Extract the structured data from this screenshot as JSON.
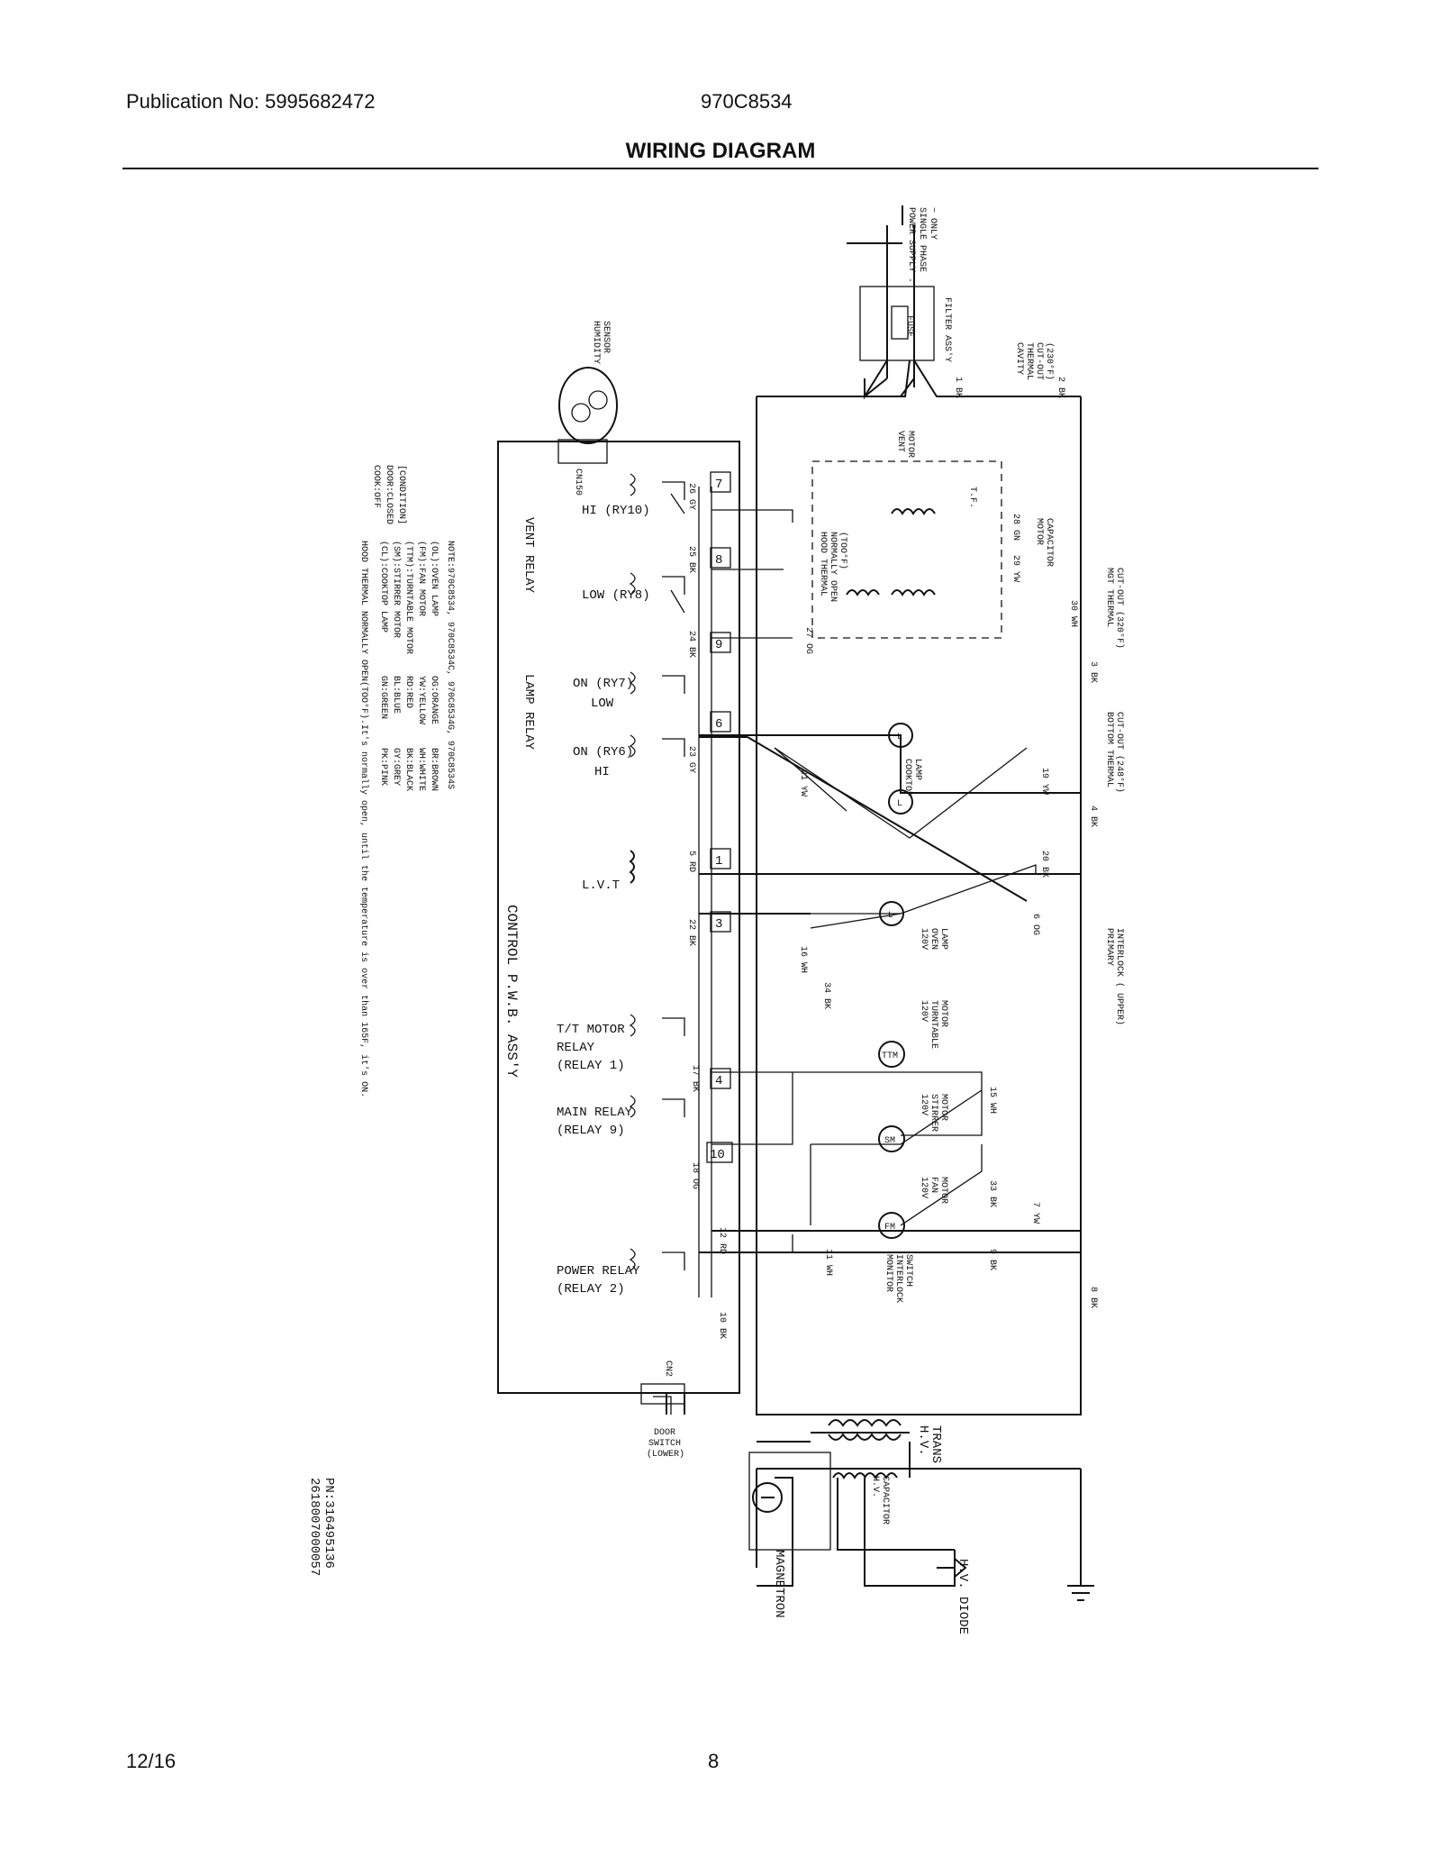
{
  "header": {
    "publication": "Publication No: 5995682472",
    "model": "970C8534",
    "title": "WIRING DIAGRAM"
  },
  "footer": {
    "date": "12/16",
    "page": "8"
  },
  "diagram": {
    "power_supply": [
      "POWER SUPPLY :",
      "SINGLE PHASE",
      "~ ONLY"
    ],
    "filter": "FILTER ASS'Y",
    "fuse": "FUSE",
    "cavity_thermal": [
      "CAVITY",
      "THERMAL",
      "CUT-OUT",
      "(230°F)"
    ],
    "humidity_sensor": [
      "HUMIDITY",
      "SENSOR"
    ],
    "cn150": "CN150",
    "vent_motor": [
      "VENT",
      "MOTOR"
    ],
    "tf": "T.F.",
    "motor_capacitor": [
      "MOTOR",
      "CAPACITOR"
    ],
    "hood_thermal": [
      "HOOD THERMAL",
      "NORMALLY OPEN",
      "(TOO°F)"
    ],
    "mgt_thermal": [
      "MGT THERMAL",
      "CUT-OUT (320°F)"
    ],
    "bottom_thermal": [
      "BOTTOM THERMAL",
      "CUT-OUT (248°F)"
    ],
    "primary_interlock": [
      "PRIMARY",
      "INTERLOCK ( UPPER)"
    ],
    "monitor_interlock": [
      "MONITOR",
      "INTERLOCK",
      "SWITCH"
    ],
    "vent_relay": "VENT RELAY",
    "lamp_relay": "LAMP RELAY",
    "control_pwb": "CONTROL P.W.B. ASS'Y",
    "relays": {
      "hi_ry10": "HI (RY10)",
      "low_ry8": "LOW (RY8)",
      "on_ry7": "ON (RY7)",
      "low": "LOW",
      "on_ry6": "ON (RY6)",
      "hi": "HI",
      "lvt": "L.V.T",
      "tt_motor": [
        "T/T MOTOR",
        "RELAY",
        "(RELAY 1)"
      ],
      "main": [
        "MAIN RELAY",
        "(RELAY 9)"
      ],
      "power": [
        "POWER RELAY",
        "(RELAY 2)"
      ]
    },
    "connector_numbers": [
      "7",
      "8",
      "9",
      "6",
      "1",
      "3",
      "4",
      "10"
    ],
    "components": {
      "cooktop_lamp": [
        "COOKTOP",
        "LAMP"
      ],
      "oven_lamp": [
        "120V",
        "OVEN",
        "LAMP"
      ],
      "turntable": [
        "120V",
        "TURNTABLE",
        "MOTOR"
      ],
      "stirrer": [
        "120V",
        "STIRRER",
        "MOTOR"
      ],
      "fan": [
        "120V",
        "FAN",
        "MOTOR"
      ]
    },
    "component_symbols": [
      "L",
      "L",
      "L",
      "TTM",
      "SM",
      "FM"
    ],
    "cn2": "CN2",
    "door_switch": [
      "DOOR",
      "SWITCH",
      "(LOWER)"
    ],
    "hv_trans": [
      "H.V.",
      "TRANS"
    ],
    "hv_capacitor": [
      "H.V.",
      "CAPACITOR"
    ],
    "hv_diode": "H.V. DIODE",
    "magnetron": "MAGNETRON",
    "wire_labels": [
      "1 BK",
      "2 BK",
      "3 BK",
      "4 BK",
      "5 RD",
      "6 OG",
      "7 YW",
      "8 BK",
      "9 BK",
      "10 BK",
      "11 WH",
      "12 RD",
      "15 WH",
      "16 WH",
      "17 BK",
      "18 OG",
      "19 YW",
      "20 BK",
      "21 YW",
      "22 BK",
      "23 GY",
      "24 BK",
      "25 BK",
      "26 GY",
      "27 OG",
      "28 GN",
      "29 YW",
      "30 WH",
      "33 BK",
      "34 BK"
    ],
    "notes": {
      "heading": "NOTE:970C8534, 970C8534C, 970C8534G, 970C8534S",
      "condition": [
        "[CONDITION]",
        "DOOR:CLOSED",
        "COOK:OFF"
      ],
      "abbreviations": [
        "(OL):OVEN LAMP",
        "(FM):FAN MOTOR",
        "(TTM):TURNTABLE MOTOR",
        "(SM):STIRRER MOTOR",
        "(CL):COOKTOP LAMP"
      ],
      "colors": [
        "OG:ORANGE",
        "YW:YELLOW",
        "RD:RED",
        "BL:BLUE",
        "GN:GREEN",
        "BR:BROWN",
        "WH:WHITE",
        "BK:BLACK",
        "GY:GREY",
        "PK:PINK"
      ],
      "hood": "HOOD THERMAL NORMALLY OPEN(TOO°F).It's normally open, until the temperature is over than 165F, it's ON."
    },
    "part_numbers": [
      "PN:316495136",
      "2618007000057"
    ]
  }
}
